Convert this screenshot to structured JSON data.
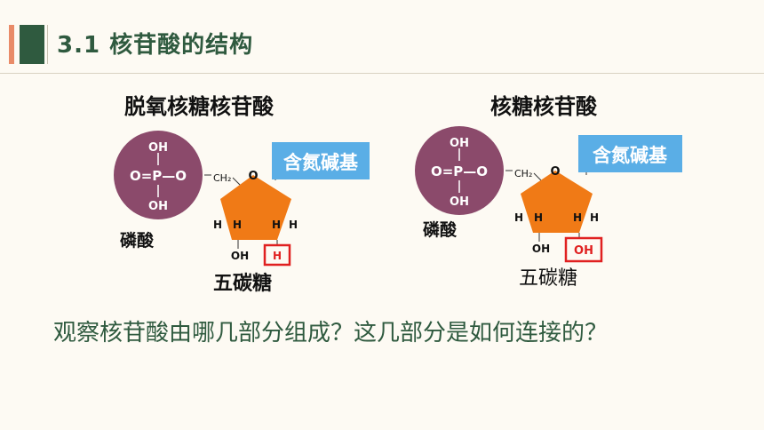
{
  "header": {
    "title": "3.1  核苷酸的结构"
  },
  "left": {
    "heading": "脱氧核糖核苷酸",
    "phosphate": {
      "top": "OH",
      "middle": "O=P—O",
      "bottom": "OH",
      "label": "磷酸"
    },
    "ch2": "CH₂",
    "ring_o": "O",
    "base_label": "含氮碱基",
    "h_labels": [
      "H",
      "H",
      "H",
      "H"
    ],
    "oh_label": "OH",
    "boxed_label": "H",
    "sugar_label": "五碳糖"
  },
  "right": {
    "heading": "核糖核苷酸",
    "phosphate": {
      "top": "OH",
      "middle": "O=P—O",
      "bottom": "OH",
      "label": "磷酸"
    },
    "ch2": "CH₂",
    "ring_o": "O",
    "base_label": "含氮碱基",
    "h_labels": [
      "H",
      "H",
      "H",
      "H"
    ],
    "oh_label": "OH",
    "boxed_label": "OH",
    "sugar_label": "五碳糖"
  },
  "question": "观察核苷酸由哪几部分组成？这几部分是如何连接的？",
  "colors": {
    "phosphate": "#8b4a6b",
    "sugar": "#f07a16",
    "base": "#5aaee6",
    "highlight_box": "#e02020",
    "title": "#2f5a3f"
  }
}
